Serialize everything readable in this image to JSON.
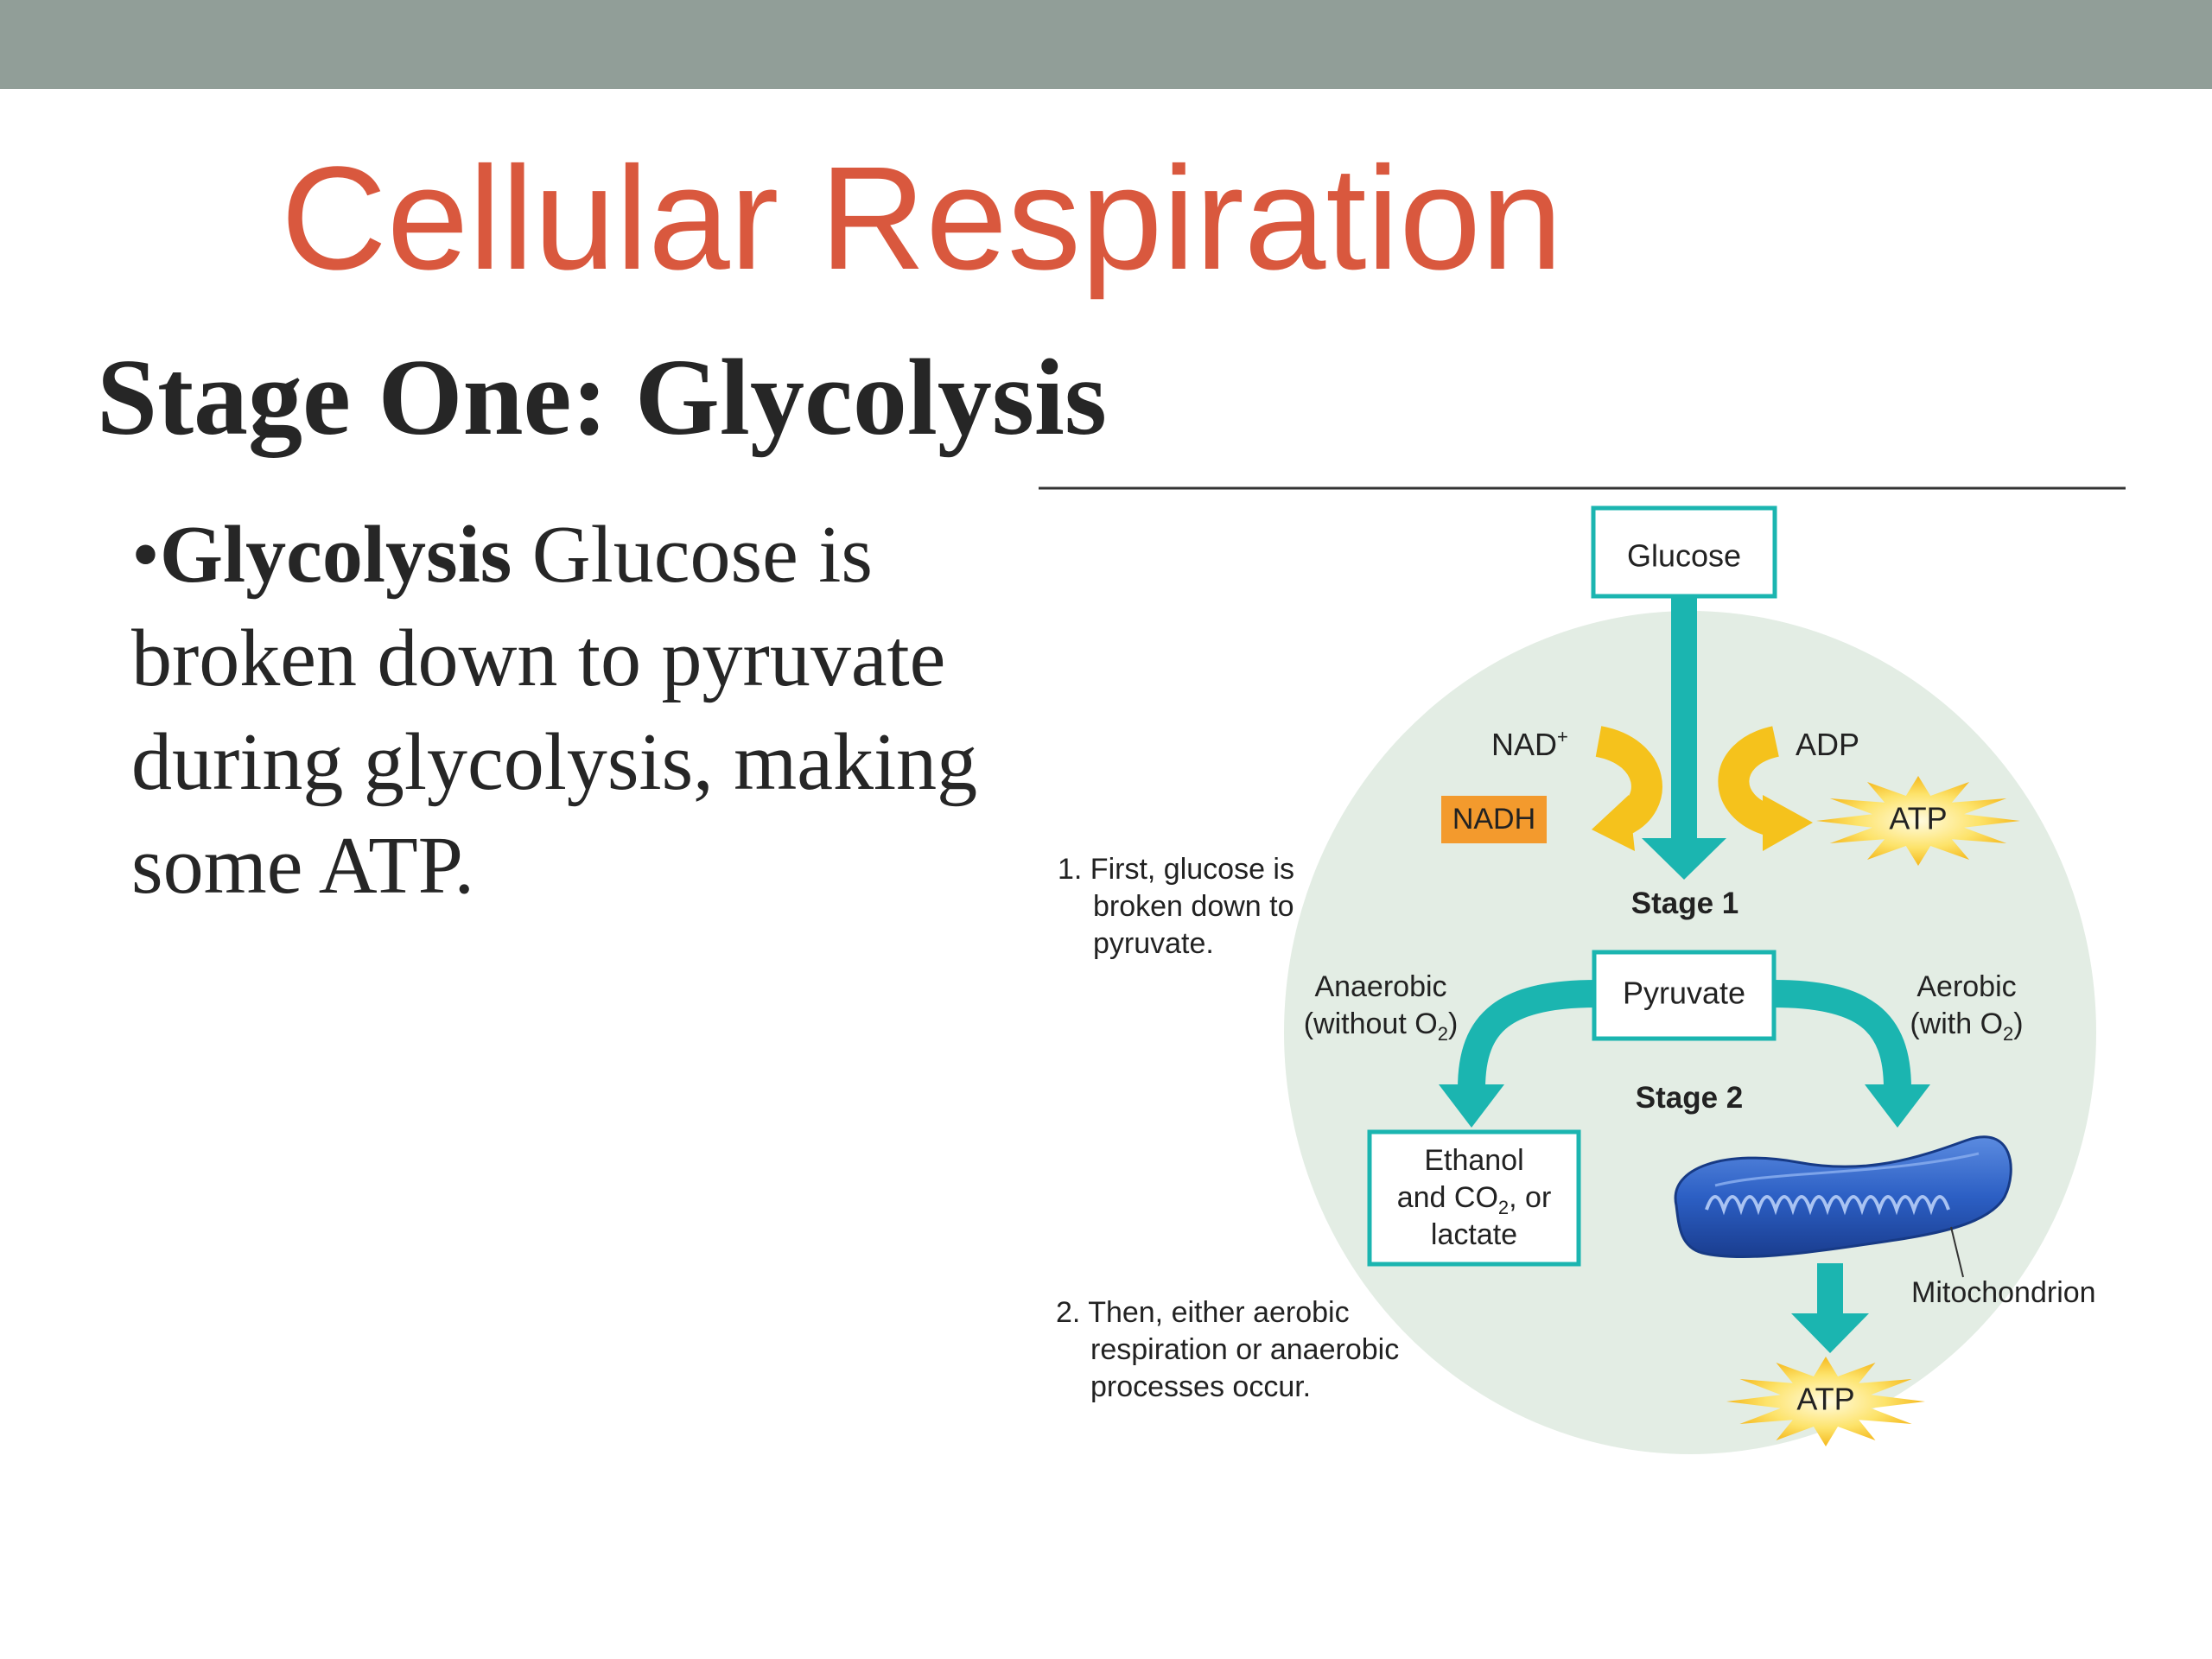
{
  "slide": {
    "title": "Cellular Respiration",
    "subtitle": "Stage One: Glycolysis",
    "bullet": {
      "marker": "•",
      "keyword": "Glycolysis",
      "text": " Glucose is broken down to pyruvate during glycolysis, making some ATP."
    }
  },
  "diagram": {
    "glucose": "Glucose",
    "nad_plus": "NAD",
    "nad_plus_sup": "+",
    "nadh": "NADH",
    "adp": "ADP",
    "atp_top": "ATP",
    "stage1": "Stage 1",
    "pyruvate": "Pyruvate",
    "step1": [
      "1. First, glucose is",
      "broken down to",
      "pyruvate."
    ],
    "anaerobic": [
      "Anaerobic",
      "(without O",
      "2",
      ")"
    ],
    "aerobic": [
      "Aerobic",
      "(with O",
      "2",
      ")"
    ],
    "stage2": "Stage 2",
    "products": [
      "Ethanol",
      "and CO",
      "2",
      ", or",
      "lactate"
    ],
    "mitochondrion": "Mitochondrion",
    "step2": [
      "2. Then, either aerobic",
      "respiration or anaerobic",
      "processes occur."
    ],
    "atp_bottom": "ATP"
  },
  "colors": {
    "topbar": "#919e98",
    "title": "#d9583e",
    "body_text": "#262626",
    "teal": "#1bb5b0",
    "circle": "#e3ede4",
    "arrow_yellow": "#f5c21c",
    "nadh_box": "#f39a2d",
    "mito": "#2c5fc4"
  }
}
